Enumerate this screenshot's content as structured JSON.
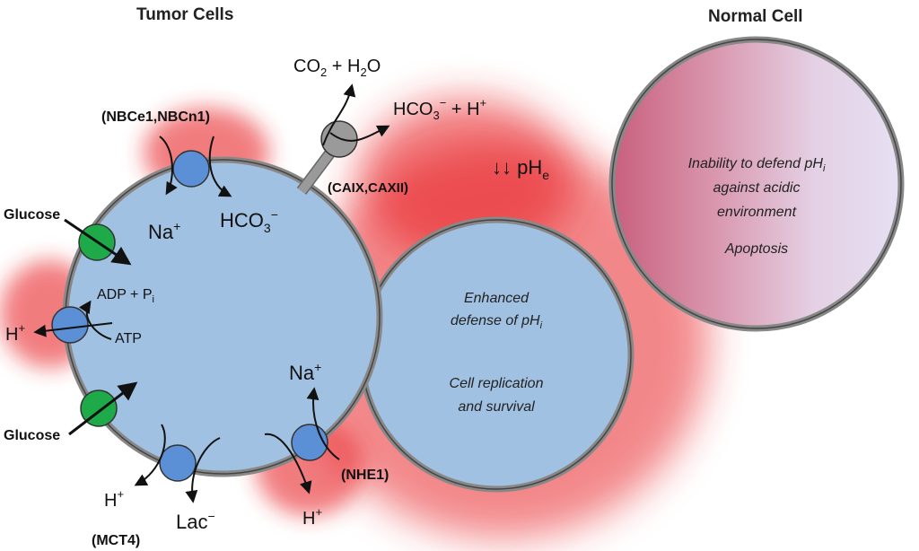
{
  "titles": {
    "tumor": "Tumor Cells",
    "normal": "Normal Cell"
  },
  "labels": {
    "nbce": "(NBCe1,NBCn1)",
    "caix": "(CAIX,CAXII)",
    "nhe1": "(NHE1)",
    "mct4": "(MCT4)",
    "glucose_top": "Glucose",
    "glucose_bottom": "Glucose",
    "co2_a": "CO",
    "co2_sub": "2",
    "co2_b": " + H",
    "h2o_sub": "2",
    "co2_c": "O",
    "hco3_out_a": "HCO",
    "hco3_out_sub": "3",
    "hco3_out_sup": "−",
    "hco3_out_b": " + H",
    "hco3_out_sup2": "+",
    "phe_arrows": "↓↓ pH",
    "phe_sub": "e",
    "na_left": "Na",
    "na_left_sup": "+",
    "hco3_in": "HCO",
    "hco3_in_sub": "3",
    "hco3_in_sup": "−",
    "adp": "ADP + P",
    "adp_sub": "i",
    "atp": "ATP",
    "h_left": "H",
    "h_left_sup": "+",
    "na_right": "Na",
    "na_right_sup": "+",
    "h_bottom": "H",
    "h_bottom_sup": "+",
    "h_mct": "H",
    "h_mct_sup": "+",
    "lac": "Lac",
    "lac_sup": "−"
  },
  "cells": {
    "mid_line1": "Enhanced",
    "mid_line2a": "defense of pH",
    "mid_line2_sub": "i",
    "mid_line3": "Cell replication",
    "mid_line4": "and survival",
    "normal_line1a": "Inability to defend pH",
    "normal_line1_sub": "i",
    "normal_line2": "against acidic",
    "normal_line3": "environment",
    "normal_line4": "Apoptosis"
  },
  "colors": {
    "cell_fill": "#a1c1e2",
    "membrane": "#777777",
    "transporter": "#5b8fd6",
    "glucose_transporter": "#1faa4a",
    "enzyme": "#9a9a9a",
    "glow": "#e8262a",
    "normal_left": "#c7627e",
    "normal_right": "#e4dcf2"
  }
}
